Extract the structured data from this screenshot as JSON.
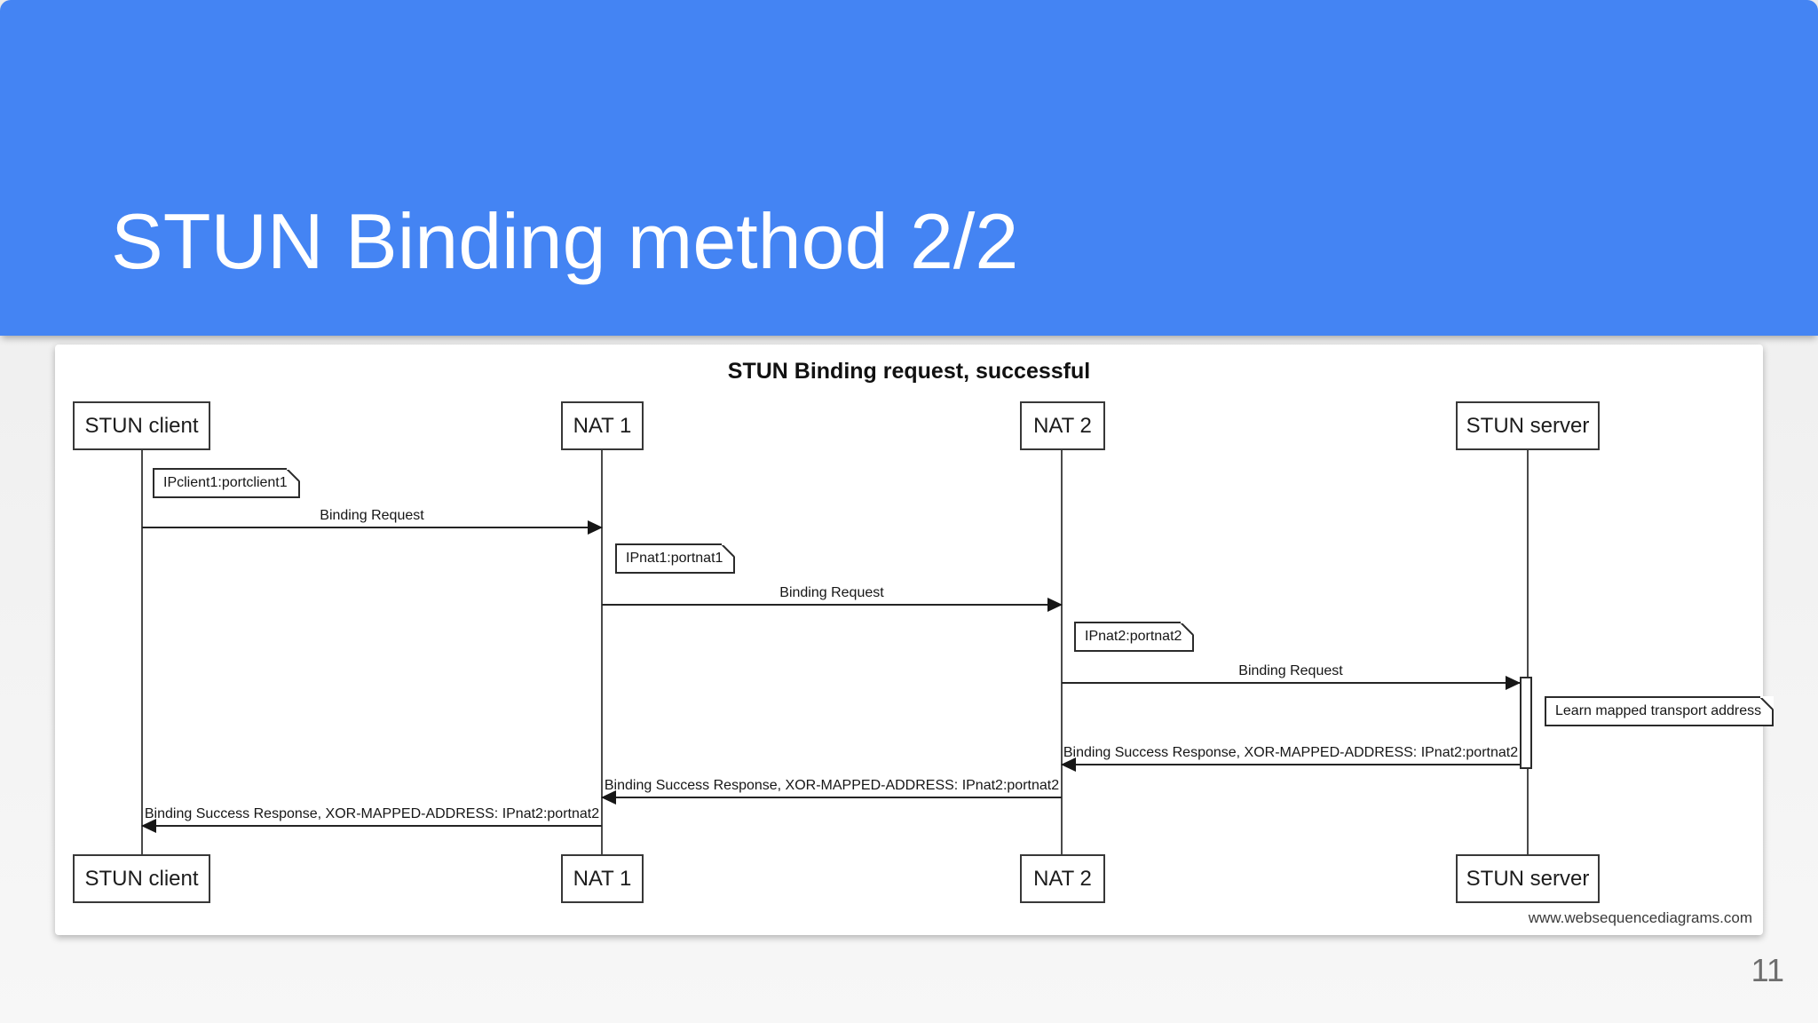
{
  "slide": {
    "title": "STUN Binding method 2/2",
    "page_number": "11"
  },
  "diagram": {
    "title": "STUN Binding request, successful",
    "watermark": "www.websequencediagrams.com",
    "source": "sequence-diagram",
    "actors": [
      {
        "label": "STUN client"
      },
      {
        "label": "NAT 1"
      },
      {
        "label": "NAT 2"
      },
      {
        "label": "STUN server"
      }
    ],
    "notes": [
      {
        "label": "IPclient1:portclient1",
        "over": "STUN client"
      },
      {
        "label": "IPnat1:portnat1",
        "over": "NAT 1"
      },
      {
        "label": "IPnat2:portnat2",
        "over": "NAT 2"
      },
      {
        "label": "Learn mapped transport address",
        "over": "STUN server"
      }
    ],
    "messages": [
      {
        "label": "Binding Request",
        "from": "STUN client",
        "to": "NAT 1",
        "direction": "right"
      },
      {
        "label": "Binding Request",
        "from": "NAT 1",
        "to": "NAT 2",
        "direction": "right"
      },
      {
        "label": "Binding Request",
        "from": "NAT 2",
        "to": "STUN server",
        "direction": "right"
      },
      {
        "label": "Binding Success Response, XOR-MAPPED-ADDRESS: IPnat2:portnat2",
        "from": "STUN server",
        "to": "NAT 2",
        "direction": "left"
      },
      {
        "label": "Binding Success Response, XOR-MAPPED-ADDRESS: IPnat2:portnat2",
        "from": "NAT 2",
        "to": "NAT 1",
        "direction": "left"
      },
      {
        "label": "Binding Success Response, XOR-MAPPED-ADDRESS: IPnat2:portnat2",
        "from": "NAT 1",
        "to": "STUN client",
        "direction": "left"
      }
    ],
    "colors": {
      "header_bg": "#4484f3",
      "header_text": "#ffffff",
      "panel_bg": "#ffffff",
      "diagram_line": "#242424",
      "page_bg": "#eeeeee",
      "page_number_text": "#6e6e6e"
    }
  }
}
